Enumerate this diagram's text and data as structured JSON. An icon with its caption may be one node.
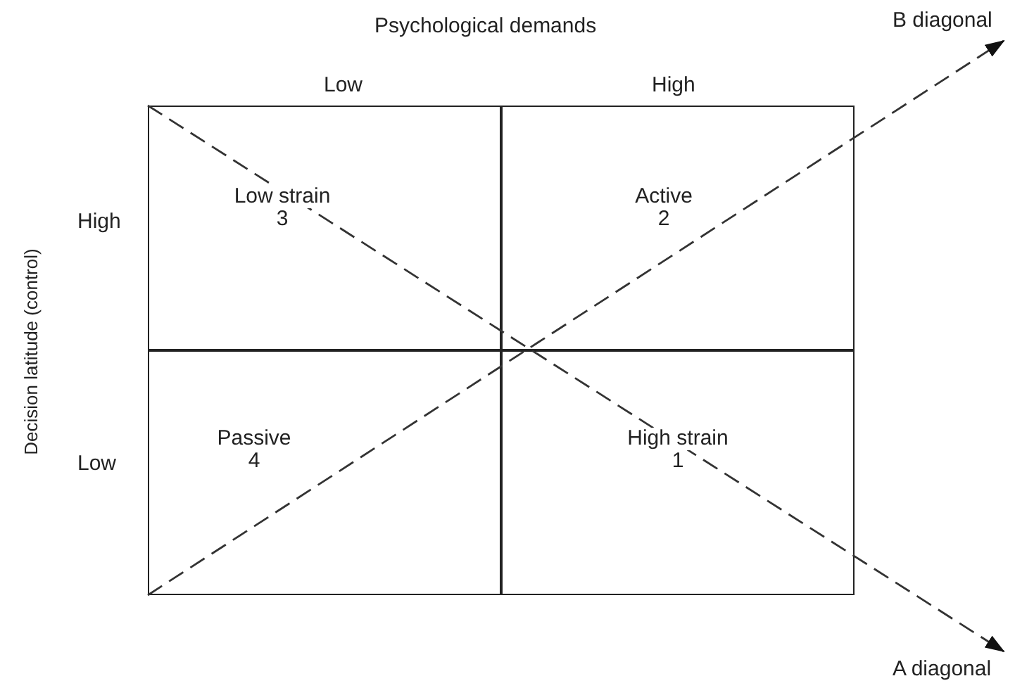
{
  "diagram": {
    "nodes": [
      {
        "text": [
          "Low strain",
          "3"
        ]
      },
      {
        "text": [
          "Active",
          "2"
        ]
      },
      {
        "text": [
          "Passive",
          "4"
        ]
      },
      {
        "text": [
          "High strain",
          "1"
        ]
      }
    ],
    "labels": [
      "Psychological demands",
      "B diagonal",
      "Low",
      "High",
      "Decision latitude (control)",
      "High",
      "Low",
      "A diagonal"
    ]
  }
}
